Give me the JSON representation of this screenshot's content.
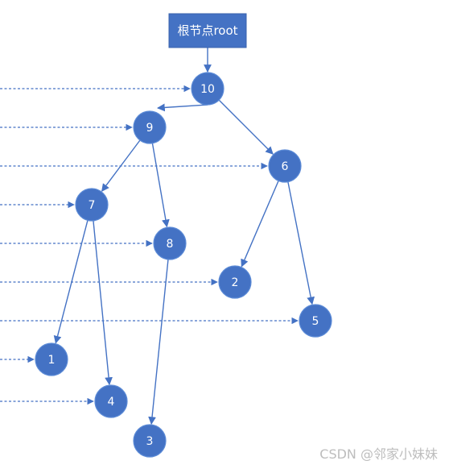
{
  "root_label": "根节点root",
  "nodes": [
    {
      "id": "n10",
      "label": "10"
    },
    {
      "id": "n9",
      "label": "9"
    },
    {
      "id": "n6",
      "label": "6"
    },
    {
      "id": "n7",
      "label": "7"
    },
    {
      "id": "n8",
      "label": "8"
    },
    {
      "id": "n2",
      "label": "2"
    },
    {
      "id": "n5",
      "label": "5"
    },
    {
      "id": "n1",
      "label": "1"
    },
    {
      "id": "n4",
      "label": "4"
    },
    {
      "id": "n3",
      "label": "3"
    }
  ],
  "edges": [
    {
      "from": "root",
      "to": "n10"
    },
    {
      "from": "n10",
      "to": "n9"
    },
    {
      "from": "n10",
      "to": "n6"
    },
    {
      "from": "n9",
      "to": "n7"
    },
    {
      "from": "n9",
      "to": "n8"
    },
    {
      "from": "n6",
      "to": "n2"
    },
    {
      "from": "n6",
      "to": "n5"
    },
    {
      "from": "n7",
      "to": "n1"
    },
    {
      "from": "n7",
      "to": "n4"
    },
    {
      "from": "n8",
      "to": "n3"
    }
  ],
  "dashed_pointers": [
    "n10",
    "n9",
    "n6",
    "n7",
    "n8",
    "n2",
    "n5",
    "n1",
    "n4"
  ],
  "colors": {
    "node_fill": "#4472c4",
    "node_stroke": "#5b8ad6",
    "edge": "#4472c4"
  },
  "watermark": "CSDN @邻家小妹妹"
}
